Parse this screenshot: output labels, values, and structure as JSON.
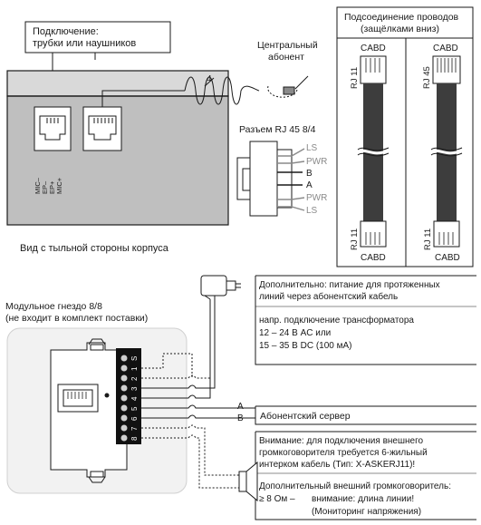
{
  "top_callout": {
    "line1": "Подключение:",
    "line2": "трубки или наушников"
  },
  "handset_cable_count": "4",
  "central_subscriber": {
    "line1": "Центральный",
    "line2": "абонент"
  },
  "rj45_connector": {
    "title": "Разъем RJ 45 8/4",
    "pins": [
      "LS",
      "PWR",
      "B",
      "A",
      "PWR",
      "LS"
    ]
  },
  "jack_labels": [
    "MIC–",
    "EP–",
    "EP+",
    "MIC+"
  ],
  "back_view_caption": "Вид с тыльной стороны корпуса",
  "wiring_box": {
    "title_line1": "Подсоединение проводов",
    "title_line2": "(защёлками вниз)",
    "left": {
      "top_letters": "CABD",
      "top_label": "RJ 11",
      "bottom_label": "RJ 11",
      "bottom_letters": "CABD"
    },
    "right": {
      "top_letters": "CABD",
      "top_label": "RJ 45",
      "bottom_label": "RJ 11",
      "bottom_letters": "CABD"
    }
  },
  "modular_socket": {
    "line1": "Модульное гнездо 8/8",
    "line2": "(не входит в комплект поставки)"
  },
  "terminal_numbers": [
    "S",
    "1",
    "2",
    "3",
    "4",
    "5",
    "6",
    "7",
    "8"
  ],
  "power_box": {
    "line1": "Дополнительно: питание для протяженных",
    "line2": "линий через абонентский кабель",
    "line3": "напр. подключение трансформатора",
    "line4": "12 – 24 В AC или",
    "line5": "15 – 35 В DC (100 мА)"
  },
  "ab_labels": {
    "a": "A",
    "b": "B"
  },
  "server_box": {
    "label": "Абонентский сервер"
  },
  "speaker_box": {
    "line1": "Внимание: для подключения внешнего",
    "line2": "громкоговорителя требуется 6-жильный",
    "line3": "интерком кабель (Тип: X-ASKERJ11)!",
    "line4": "Дополнительный внешний громкоговоритель:",
    "line5": "≥ 8 Ом –",
    "line6": "внимание: длина линии!",
    "line7": "(Мониторинг напряжения)"
  },
  "colors": {
    "line": "#1a1a1a",
    "cable_dark": "#3d3d3d",
    "panel_gray": "#bfbfbf",
    "dim_text": "#8a8a8a",
    "socket_bg": "#f2f2f2"
  }
}
